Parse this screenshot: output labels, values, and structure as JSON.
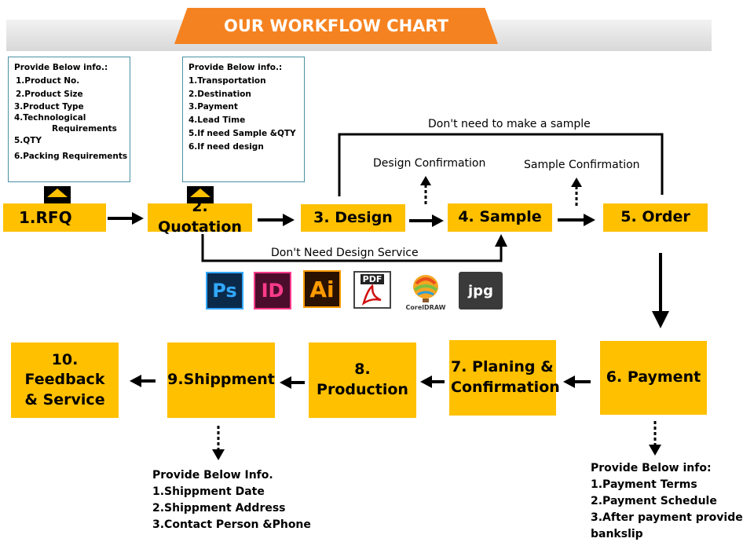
{
  "header": {
    "title": "OUR WORKFLOW CHART"
  },
  "rfq_info": {
    "heading": "Provide Below info.:",
    "items": [
      "1.Product No.",
      "2.Product Size",
      "3.Product Type",
      "4.Technological",
      "Requirements",
      "5.QTY",
      "6.Packing Requirements"
    ]
  },
  "quotation_info": {
    "heading": "Provide Below info.:",
    "items": [
      "1.Transportation",
      "2.Destination",
      "3.Payment",
      "4.Lead Time",
      "5.If need Sample &QTY",
      "6.If need design"
    ]
  },
  "steps": {
    "rfq": "1.RFQ",
    "quotation": "2. Quotation",
    "design": "3. Design",
    "sample": "4. Sample",
    "order": "5. Order",
    "payment": "6. Payment",
    "planing_line1": "7. Planing &",
    "planing_line2": "Confirmation",
    "production": "8. Production",
    "shippment": "9.Shippment",
    "feedback_line1": "10. Feedback",
    "feedback_line2": "& Service"
  },
  "captions": {
    "no_sample": "Don't need to make a sample",
    "design_confirmation": "Design Confirmation",
    "sample_confirmation": "Sample Confirmation",
    "no_design": "Don't Need Design Service"
  },
  "file_icons": [
    {
      "name": "photoshop-icon",
      "label": "Ps",
      "bg": "#0b2a4a",
      "fg": "#31a8ff"
    },
    {
      "name": "indesign-icon",
      "label": "ID",
      "bg": "#4b0d2b",
      "fg": "#ff3b8a"
    },
    {
      "name": "illustrator-icon",
      "label": "Ai",
      "bg": "#2b1200",
      "fg": "#ff9a00"
    },
    {
      "name": "pdf-icon",
      "label": "PDF",
      "bg": "#ffffff",
      "fg": "#d01010"
    },
    {
      "name": "coreldraw-icon",
      "label": "CorelDRAW",
      "bg": "#ffffff",
      "fg": "#333333"
    },
    {
      "name": "jpg-icon",
      "label": "jpg",
      "bg": "#3a3a3a",
      "fg": "#ffffff"
    }
  ],
  "shipping_info": {
    "heading": "Provide Below Info.",
    "items": [
      "1.Shippment Date",
      "2.Shippment Address",
      "3.Contact Person &Phone"
    ]
  },
  "payment_info": {
    "heading": "Provide Below info:",
    "items": [
      "1.Payment Terms",
      "2.Payment Schedule",
      "3.After payment provide",
      "bankslip"
    ]
  },
  "colors": {
    "accent": "#f58220",
    "step": "#ffc000",
    "box_border": "#4a90a4"
  }
}
